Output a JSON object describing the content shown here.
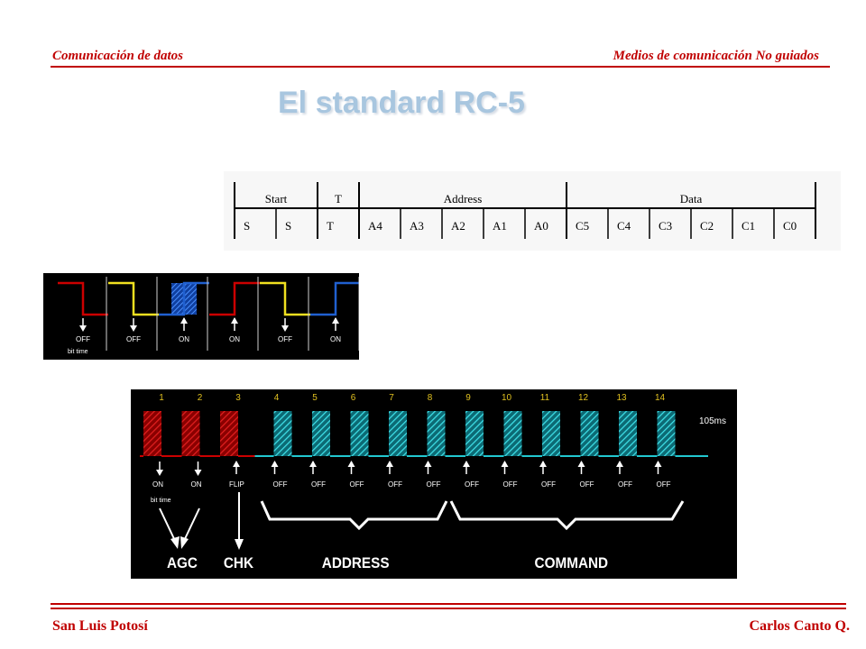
{
  "header": {
    "left": "Comunicación de datos",
    "right": "Medios de comunicación  No guiados"
  },
  "title": "El standard RC-5",
  "frame_table": {
    "groups": [
      {
        "label": "Start",
        "span": 2
      },
      {
        "label": "T",
        "span": 1
      },
      {
        "label": "Address",
        "span": 5
      },
      {
        "label": "Data",
        "span": 6
      }
    ],
    "bits": [
      "S",
      "S",
      "T",
      "A4",
      "A3",
      "A2",
      "A1",
      "A0",
      "C5",
      "C4",
      "C3",
      "C2",
      "C1",
      "C0"
    ]
  },
  "manchester_diagram": {
    "bits": [
      {
        "label": "OFF",
        "color": "#cc0000"
      },
      {
        "label": "OFF",
        "color": "#f0e020"
      },
      {
        "label": "ON",
        "color": "#2060d0"
      },
      {
        "label": "ON",
        "color": "#cc0000"
      },
      {
        "label": "OFF",
        "color": "#f0e020"
      },
      {
        "label": "ON",
        "color": "#2060d0"
      }
    ],
    "bit_time_label": "bit time"
  },
  "waveform_diagram": {
    "bit_numbers": [
      "1",
      "2",
      "3",
      "4",
      "5",
      "6",
      "7",
      "8",
      "9",
      "10",
      "11",
      "12",
      "13",
      "14"
    ],
    "bit_labels": [
      "ON",
      "ON",
      "FLIP",
      "OFF",
      "OFF",
      "OFF",
      "OFF",
      "OFF",
      "OFF",
      "OFF",
      "OFF",
      "OFF",
      "OFF",
      "OFF"
    ],
    "bit_colors": [
      "#cc0000",
      "#cc0000",
      "#cc0000",
      "#22c8d0",
      "#22c8d0",
      "#22c8d0",
      "#22c8d0",
      "#22c8d0",
      "#22c8d0",
      "#22c8d0",
      "#22c8d0",
      "#22c8d0",
      "#22c8d0",
      "#22c8d0"
    ],
    "duration_label": "105ms",
    "bit_time_label": "bit time",
    "groups": [
      "AGC",
      "CHK",
      "ADDRESS",
      "COMMAND"
    ]
  },
  "footer": {
    "left": "San Luis Potosí",
    "right": "Carlos Canto Q."
  }
}
